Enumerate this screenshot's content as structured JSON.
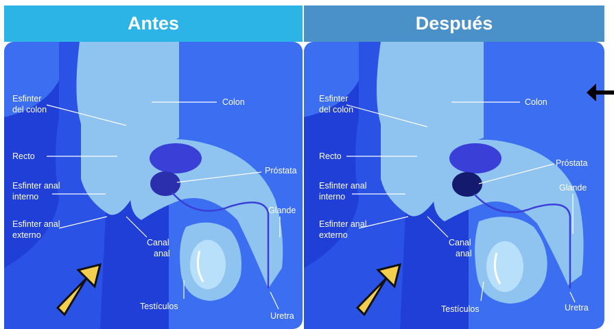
{
  "panels": {
    "left": {
      "title": "Antes",
      "header_color": "#2cb4e7",
      "labels": {
        "esfinter_colon_1": "Esfinter",
        "esfinter_colon_2": "del colon",
        "colon": "Colon",
        "recto": "Recto",
        "prostata": "Próstata",
        "esfinter_interno_1": "Esfinter anal",
        "esfinter_interno_2": "interno",
        "glande": "Glande",
        "esfinter_externo_1": "Esfinter anal",
        "esfinter_externo_2": "externo",
        "canal_1": "Canal",
        "canal_2": "anal",
        "testiculos": "Testículos",
        "uretra": "Uretra"
      }
    },
    "right": {
      "title": "Después",
      "header_color": "#4a90c9",
      "labels": {
        "esfinter_colon_1": "Esfinter",
        "esfinter_colon_2": "del colon",
        "colon": "Colon",
        "recto": "Recto",
        "prostata": "Próstata",
        "glande": "Glande",
        "esfinter_interno_1": "Esfinter anal",
        "esfinter_interno_2": "interno",
        "esfinter_externo_1": "Esfinter anal",
        "esfinter_externo_2": "externo",
        "canal_1": "Canal",
        "canal_2": "anal",
        "testiculos": "Testículos",
        "uretra": "Uretra"
      }
    }
  },
  "colors": {
    "background": "#3b6ef0",
    "body_dark": "#1f3fd6",
    "tissue": "#8fc3f0",
    "prostate": "#3a3fd8",
    "prostate_inner": "#2b2fae",
    "arrow": "#f4cf4f"
  },
  "icons": [
    "back-arrow-icon"
  ]
}
